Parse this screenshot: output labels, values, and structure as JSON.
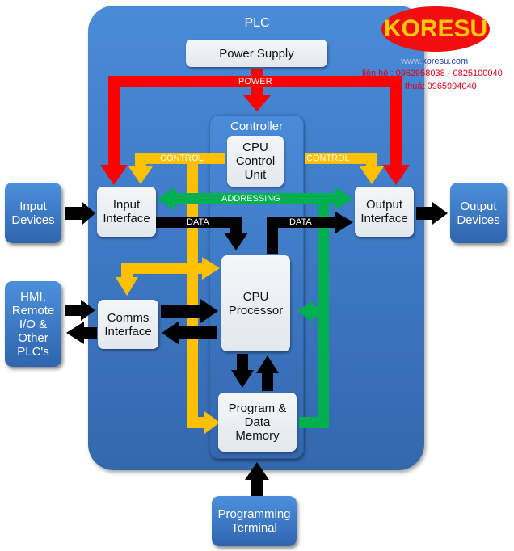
{
  "diagram": {
    "plc_title": "PLC",
    "controller_title": "Controller",
    "blocks": {
      "power_supply": "Power Supply",
      "cpu_control_unit": "CPU\nControl\nUnit",
      "input_interface": "Input\nInterface",
      "output_interface": "Output\nInterface",
      "comms_interface": "Comms\nInterface",
      "cpu_processor": "CPU\nProcessor",
      "program_data_memory": "Program &\nData\nMemory"
    },
    "external": {
      "input_devices": "Input\nDevices",
      "output_devices": "Output\nDevices",
      "hmi": "HMI,\nRemote\nI/O &\nOther\nPLC's",
      "programming_terminal": "Programming\nTerminal"
    },
    "signal_labels": {
      "power": "POWER",
      "control_left": "CONTROL",
      "control_right": "CONTROL",
      "addressing": "ADDRESSING",
      "data_left": "DATA",
      "data_right": "DATA"
    },
    "signal_colors": {
      "power": "#ff0000",
      "control": "#ffc000",
      "addressing": "#00b050",
      "data": "#000000"
    }
  },
  "watermark": {
    "logo": "KORESU",
    "website_prefix": "www.",
    "website": "koresu.com",
    "contact": "liên hệ : 0962958038 - 0825100040",
    "tech": "kỹ thuật 0965994040"
  }
}
